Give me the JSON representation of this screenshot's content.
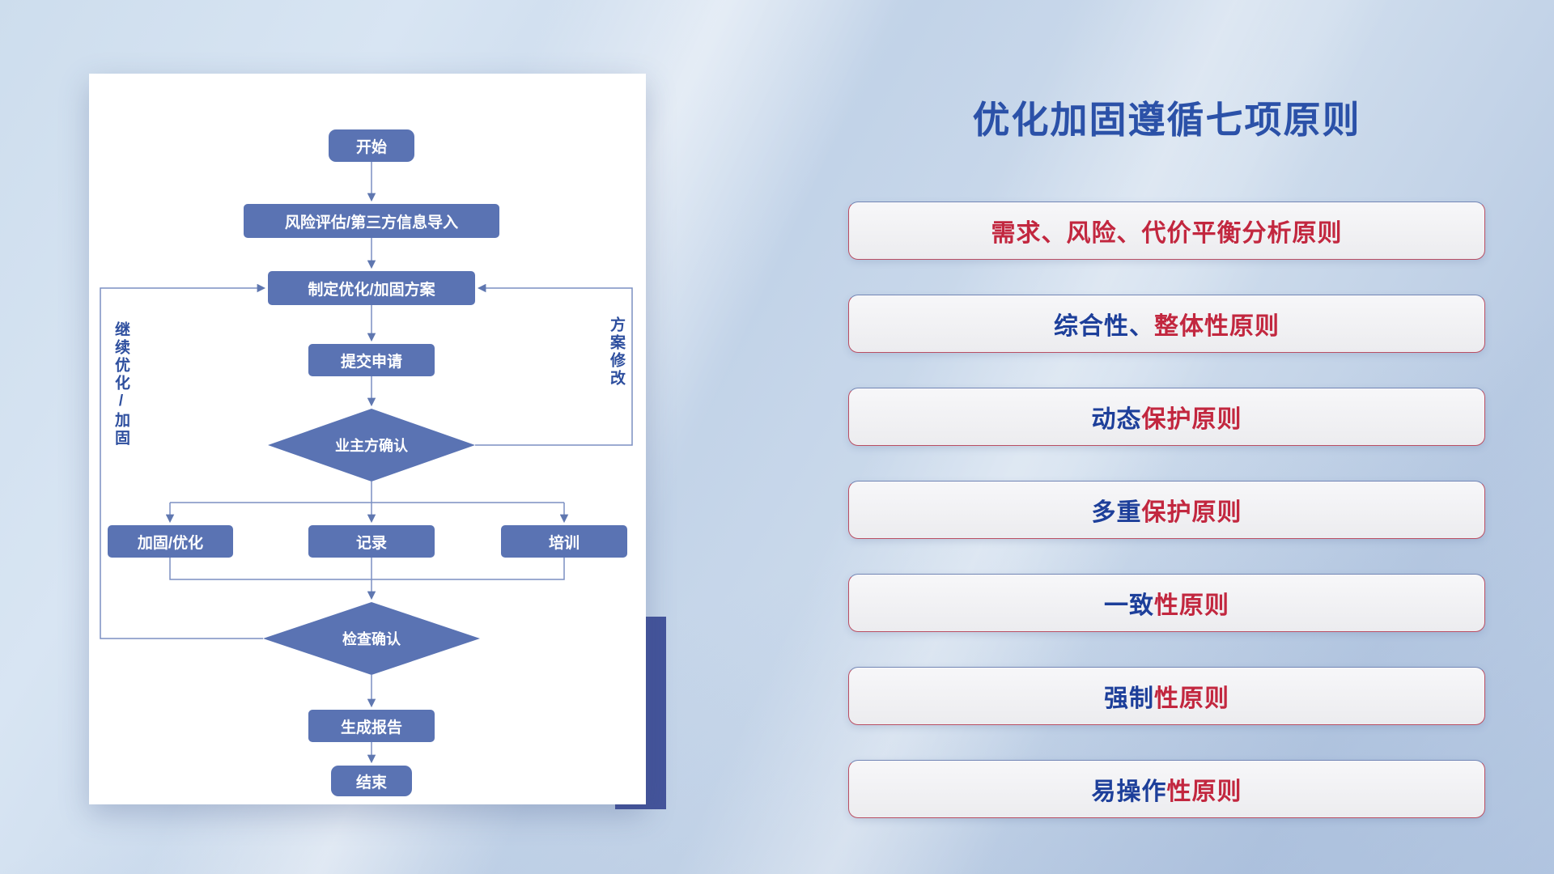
{
  "slide": {
    "title": "优化加固遵循七项原则"
  },
  "flowchart": {
    "nodes": {
      "start": "开始",
      "risk_import": "风险评估/第三方信息导入",
      "make_plan": "制定优化/加固方案",
      "submit": "提交申请",
      "owner_confirm": "业主方确认",
      "reinforce": "加固/优化",
      "record": "记录",
      "training": "培训",
      "check_confirm": "检查确认",
      "report": "生成报告",
      "end": "结束"
    },
    "edge_labels": {
      "left_loop": "继续优化/加固",
      "right_loop": "方案修改"
    }
  },
  "principles": [
    {
      "blue": "",
      "red": "需求、风险、代价平衡分析原则"
    },
    {
      "blue": "综合性、",
      "red": "整体性原则"
    },
    {
      "blue": "动态",
      "red": "保护原则"
    },
    {
      "blue": "多重",
      "red": "保护原则"
    },
    {
      "blue": "一致",
      "red": "性原则"
    },
    {
      "blue": "强制",
      "red": "性原则"
    },
    {
      "blue": "易操作",
      "red": "性原则"
    }
  ],
  "colors": {
    "title_blue": "#2b51a8",
    "node_blue": "#5a73b3",
    "connector_blue": "#7b8fc2",
    "text_blue": "#1d3f9a",
    "text_red": "#c2273f",
    "accent_block_navy": "#44549b"
  }
}
